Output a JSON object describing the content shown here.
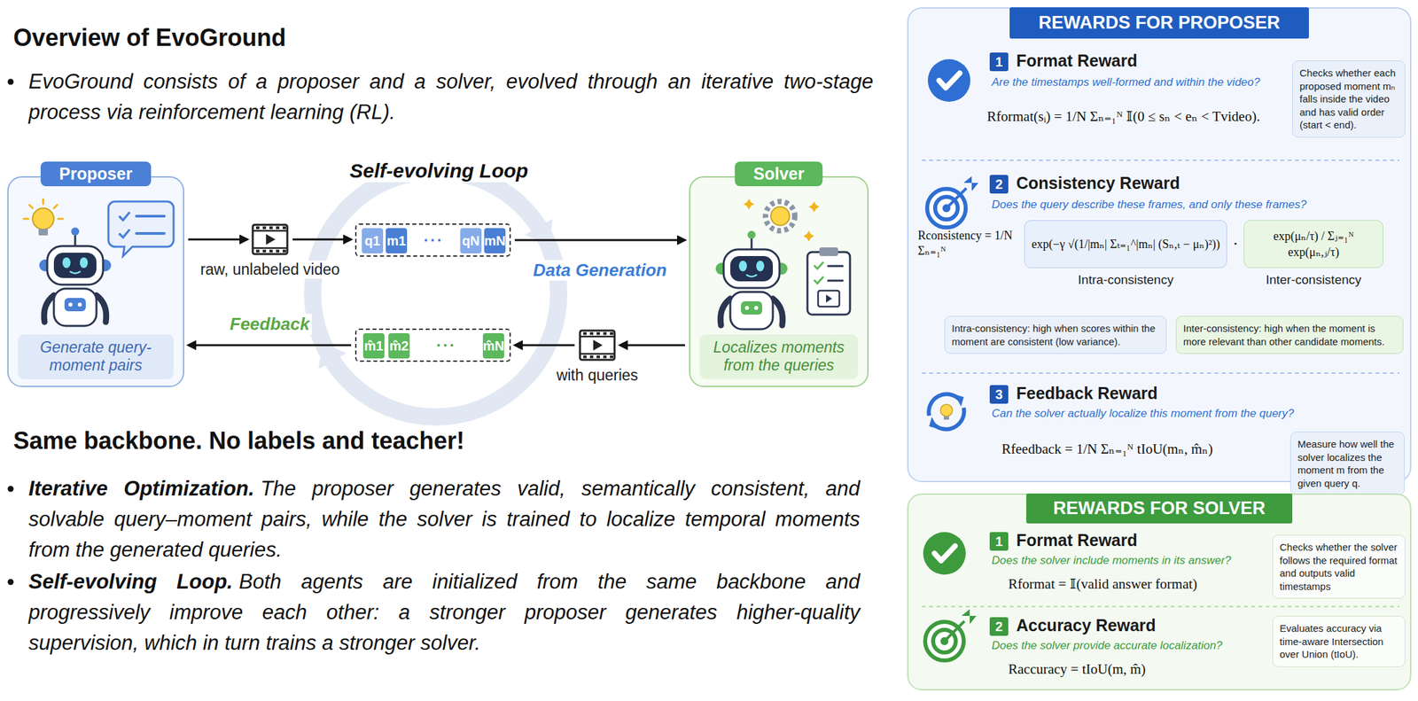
{
  "diagram": {
    "title": "Overview of EvoGround",
    "nodes": [
      {
        "text": [
          "Proposer",
          "Generate query-moment pairs"
        ]
      },
      {
        "text": [
          "raw, unlabeled video"
        ]
      },
      {
        "text": [
          "···"
        ]
      },
      {
        "text": [
          "q1"
        ],
        "in": 2
      },
      {
        "text": [
          "m1"
        ],
        "in": 2
      },
      {
        "text": [
          "qN"
        ],
        "in": 2
      },
      {
        "text": [
          "mN"
        ],
        "in": 2
      },
      {
        "text": [
          "Solver",
          "Localizes moments from the queries"
        ]
      },
      {
        "text": [
          "with queries"
        ]
      },
      {
        "text": [
          "···"
        ]
      },
      {
        "text": [
          "m̂1"
        ],
        "in": 9
      },
      {
        "text": [
          "m̂2"
        ],
        "in": 9
      },
      {
        "text": [
          "m̂N"
        ],
        "in": 9
      },
      {
        "text": [
          "REWARDS FOR PROPOSER"
        ]
      },
      {
        "text": [
          "Checks whether each proposed moment mₙ falls inside the video and has valid order (start < end)."
        ],
        "in": 13
      },
      {
        "text": [
          "exp(−γ √(1/|mₙ| Σₜ₌₁^|mₙ| (Sₙ,ₜ − μₙ)²))",
          "Intra-consistency"
        ],
        "in": 13
      },
      {
        "text": [
          "exp(μₙ/τ) / Σⱼ₌₁ᴺ exp(μₙ,ⱼ/τ)",
          "Inter-consistency"
        ],
        "in": 13
      },
      {
        "text": [
          "Intra-consistency: high when scores within the moment are consistent (low variance)."
        ],
        "in": 13
      },
      {
        "text": [
          "Inter-consistency: high when the moment is more relevant than other candidate moments."
        ],
        "in": 13
      },
      {
        "text": [
          "Measure how well the solver localizes the moment m from the given query q."
        ],
        "in": 13
      },
      {
        "text": [
          "REWARDS FOR SOLVER"
        ]
      },
      {
        "text": [
          "Checks whether the solver follows the required format and outputs valid timestamps"
        ],
        "in": 20
      },
      {
        "text": [
          "Evaluates accuracy via time-aware Intersection over Union (tIoU)."
        ],
        "in": 20
      }
    ],
    "edges": [
      {
        "from": 0,
        "to": 1,
        "arrow": "to"
      },
      {
        "from": 1,
        "to": 2,
        "arrow": "to"
      },
      {
        "from": 2,
        "to": 7,
        "arrow": "to",
        "label": "Data Generation"
      },
      {
        "from": 7,
        "to": 8,
        "arrow": "to"
      },
      {
        "from": 8,
        "to": 9,
        "arrow": "to"
      },
      {
        "from": 9,
        "to": 0,
        "arrow": "to",
        "label": "Feedback"
      }
    ],
    "labels": [
      "EvoGround consists of a proposer and a solver, evolved through an iterative two-stage process via reinforcement learning (RL).",
      "Self-evolving Loop",
      "Same backbone. No labels and teacher!",
      "Iterative Optimization.",
      "The proposer generates valid, semantically consistent, and solvable query–moment pairs, while the solver is trained to localize temporal moments from the generated queries.",
      "Self-evolving Loop.",
      "Both agents are initialized from the same backbone and progressively improve each other: a stronger proposer generates higher-quality supervision, which in turn trains a stronger solver.",
      "1",
      "Format Reward",
      "Are the timestamps well-formed and within the video?",
      "Rformat(sᵢ) = 1/N Σₙ₌₁ᴺ 𝕀(0 ≤ sₙ < eₙ < Tvideo).",
      "2",
      "Consistency Reward",
      "Does the query describe these frames, and only these frames?",
      "Rconsistency = 1/N Σₙ₌₁ᴺ",
      "·",
      "3",
      "Feedback Reward",
      "Can the solver actually localize this moment from the query?",
      "Rfeedback = 1/N Σₙ₌₁ᴺ tIoU(mₙ, m̂ₙ)",
      "1",
      "Format Reward",
      "Does the solver include moments in its answer?",
      "Rformat = 𝕀(valid answer format)",
      "2",
      "Accuracy Reward",
      "Does the solver provide accurate localization?",
      "Raccuracy = tIoU(m, m̂)"
    ]
  }
}
